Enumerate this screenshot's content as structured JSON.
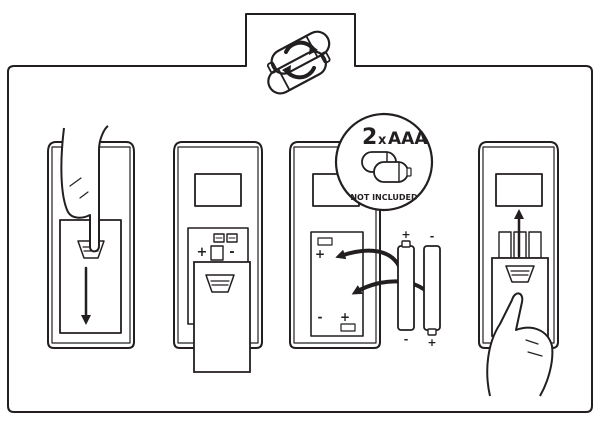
{
  "battery_requirement": {
    "quantity": "2",
    "multiplier": "x",
    "type": "AAA",
    "note": "NOT INCLUDED"
  },
  "polarity": {
    "plus": "+",
    "minus": "-"
  },
  "steps": [
    {
      "action": "slide-cover-down"
    },
    {
      "action": "remove-cover"
    },
    {
      "action": "insert-batteries"
    },
    {
      "action": "close-cover"
    }
  ]
}
